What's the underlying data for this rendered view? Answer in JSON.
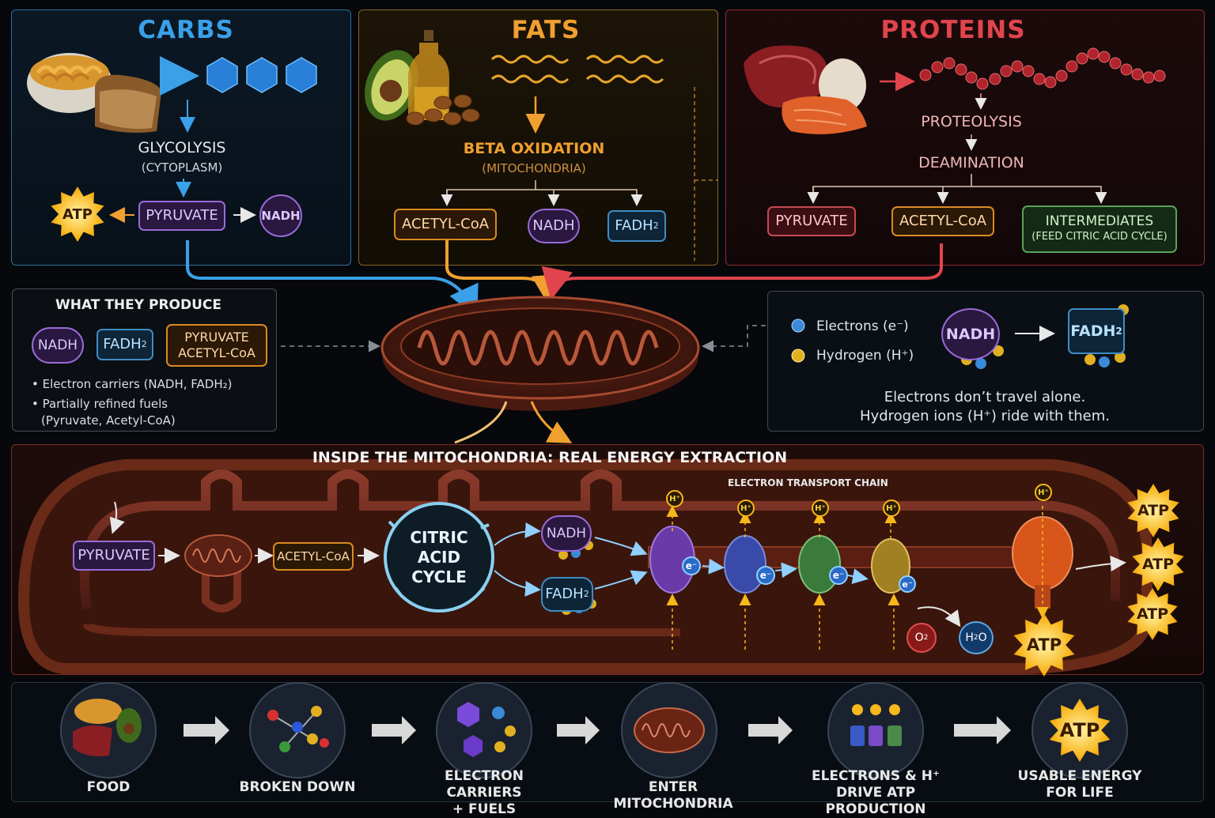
{
  "carbs": {
    "title": "CARBS",
    "process": "GLYCOLYSIS",
    "location": "(CYTOPLASM)",
    "atp": "ATP",
    "pyruvate": "PYRUVATE",
    "nadh": "NADH"
  },
  "fats": {
    "title": "FATS",
    "process": "BETA OXIDATION",
    "location": "(MITOCHONDRIA)",
    "acetyl": "ACETYL-CoA",
    "nadh": "NADH",
    "fadh2": "FADH",
    "fadh2_sub": "2"
  },
  "proteins": {
    "title": "PROTEINS",
    "step1": "PROTEOLYSIS",
    "step2": "DEAMINATION",
    "pyruvate": "PYRUVATE",
    "acetyl": "ACETYL-CoA",
    "intermediates": "INTERMEDIATES",
    "intermediates_note": "(FEED CITRIC ACID CYCLE)"
  },
  "produce": {
    "title": "WHAT THEY PRODUCE",
    "nadh": "NADH",
    "fadh2": "FADH",
    "fadh2_sub": "2",
    "pyruvate": "PYRUVATE",
    "acetyl": "ACETYL-CoA",
    "bullet1": "• Electron carriers (NADH, FADH₂)",
    "bullet2a": "• Partially refined fuels",
    "bullet2b": "(Pyruvate, Acetyl-CoA)"
  },
  "electrons": {
    "electrons": "Electrons (e⁻)",
    "hydrogen": "Hydrogen (H⁺)",
    "nadh": "NADH",
    "fadh2": "FADH",
    "fadh2_sub": "2",
    "note1": "Electrons don’t travel alone.",
    "note2": "Hydrogen ions (H⁺) ride with them.",
    "e_glyph": "e"
  },
  "inside": {
    "title": "INSIDE THE MITOCHONDRIA:  REAL  ENERGY EXTRACTION",
    "pyruvate": "PYRUVATE",
    "acetyl": "ACETYL-CoA",
    "cycle1": "CITRIC",
    "cycle2": "ACID",
    "cycle3": "CYCLE",
    "nadh": "NADH",
    "fadh2": "FADH",
    "fadh2_sub": "2",
    "etc": "ELECTRON TRANSPORT CHAIN",
    "hplus": "H⁺",
    "eminus": "e⁻",
    "o2": "O",
    "o2_sub": "2",
    "h2o_a": "H",
    "h2o_sub": "2",
    "h2o_b": "O",
    "atp": "ATP"
  },
  "steps": [
    {
      "label": "FOOD"
    },
    {
      "label": "BROKEN DOWN"
    },
    {
      "label": "ELECTRON CARRIERS\n+ FUELS"
    },
    {
      "label": "ENTER MITOCHONDRIA"
    },
    {
      "label": "ELECTRONS & H⁺\nDRIVE ATP PRODUCTION"
    },
    {
      "label": "USABLE ENERGY\nFOR LIFE"
    }
  ],
  "steps_atp": "ATP",
  "colors": {
    "carbs": "#3aa0e8",
    "fats": "#f0a030",
    "proteins": "#e0454d",
    "atp": "#f6b81a"
  }
}
